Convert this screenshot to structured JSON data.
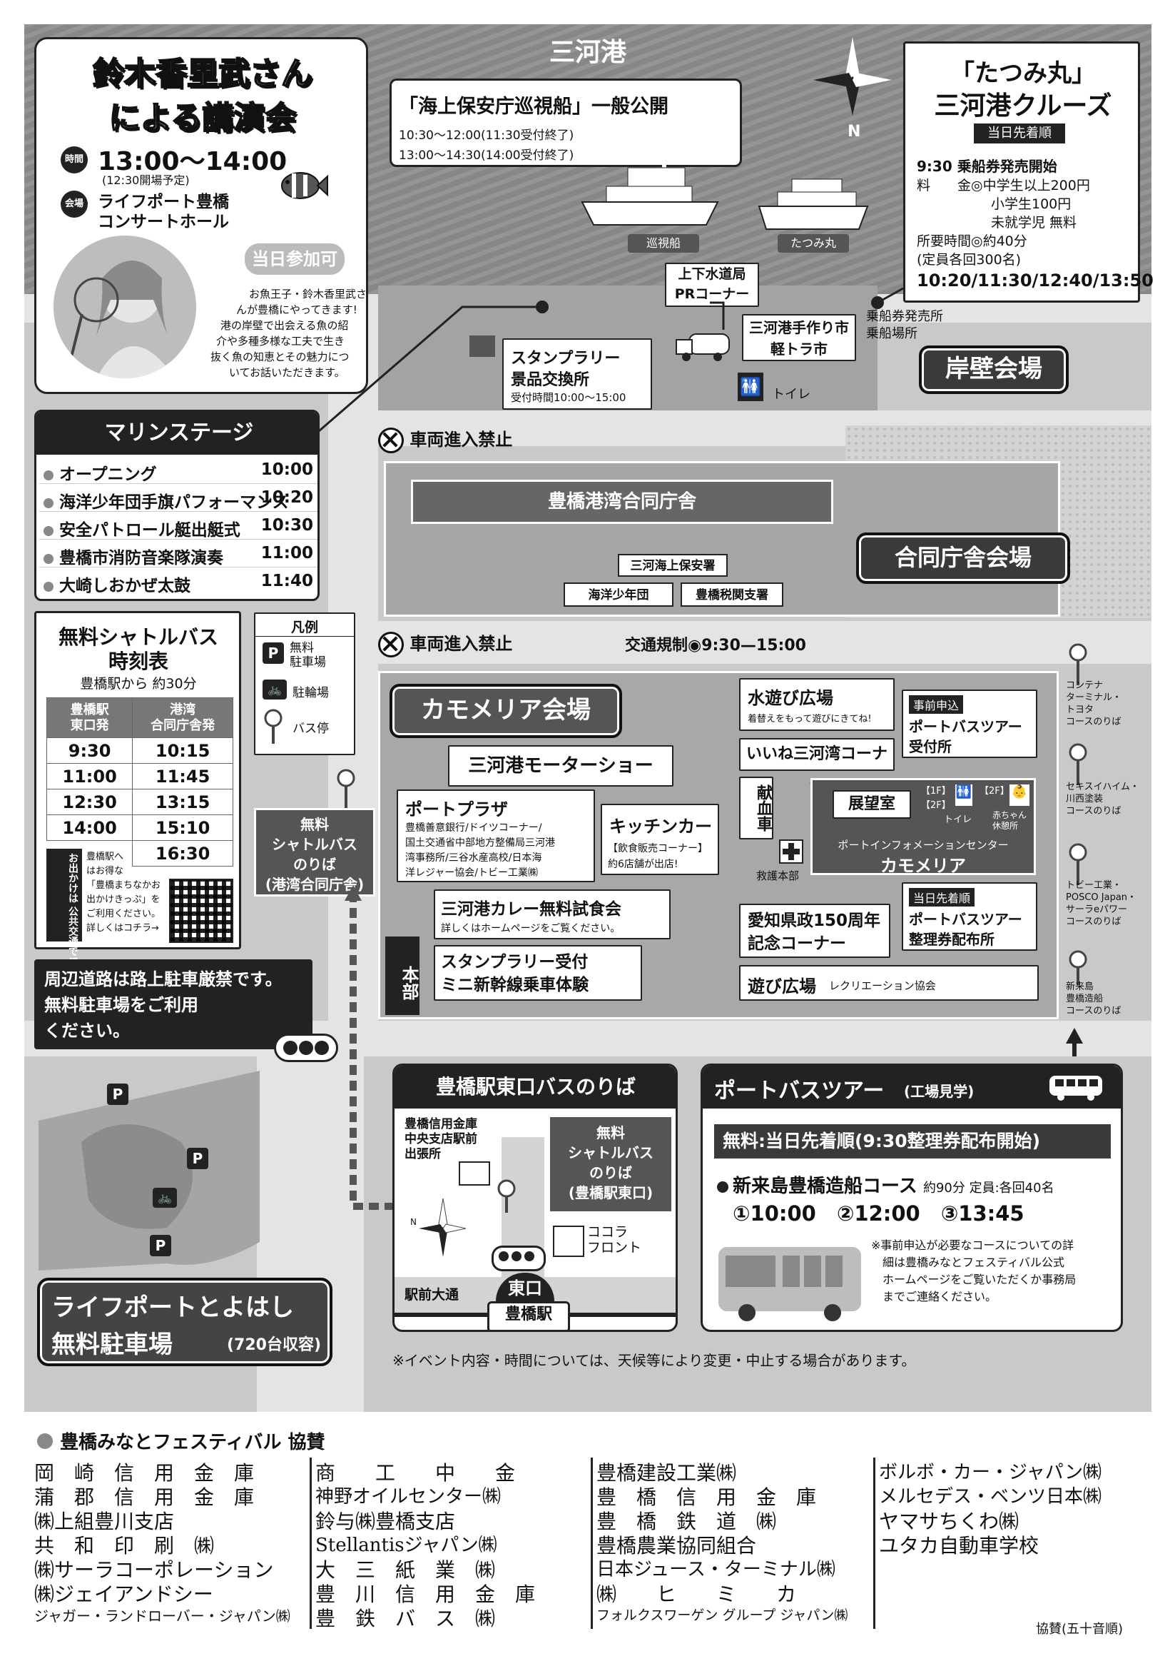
{
  "map": {
    "port_name": "三河港",
    "compass_n": "N",
    "lecture": {
      "title1": "鈴木香里武さん",
      "title2": "による講演会",
      "time_label": "時間",
      "time": "13:00〜14:00",
      "open_note": "(12:30開場予定)",
      "venue_label": "会場",
      "venue1": "ライフポート豊橋",
      "venue2": "コンサートホール",
      "badge": "当日参加可",
      "desc": [
        "お魚王子・鈴木香里武さ",
        "んが豊橋にやってきます!",
        "港の岸壁で出会える魚の紹",
        "介や多種多様な工夫で生き",
        "抜く魚の知恵とその魅力につ",
        "いてお話いただきます。"
      ]
    },
    "patrol": {
      "title": "「海上保安庁巡視船」一般公開",
      "line1": "10:30〜12:00(11:30受付終了)",
      "line2": "13:00〜14:30(14:00受付終了)",
      "ship1": "巡視船",
      "ship2": "たつみ丸"
    },
    "cruise": {
      "title1": "「たつみ丸」",
      "title2": "三河港クルーズ",
      "badge": "当日先着順",
      "l1": "9:30 乗船券発売開始",
      "l2": "料　　金◎中学生以上200円",
      "l3": "小学生100円",
      "l4": "未就学児 無料",
      "l5": "所要時間◎約40分",
      "l6": "(定員各回300名)",
      "l7": "10:20/11:30/12:40/13:50"
    },
    "water_pr": [
      "上下水道局",
      "PRコーナー"
    ],
    "market": [
      "三河港手作り市",
      "軽トラ市"
    ],
    "stamp_exchange": {
      "t1": "スタンプラリー",
      "t2": "景品交換所",
      "t3": "受付時間10:00〜15:00"
    },
    "toilet": "トイレ",
    "boarding": [
      "乗船券発売所",
      "乗船場所"
    ],
    "pier_venue": "岸壁会場",
    "marine_stage": {
      "title": "マリンステージ",
      "items": [
        {
          "name": "オープニング",
          "time": "10:00"
        },
        {
          "name": "海洋少年団手旗パフォーマンス",
          "time": "10:20"
        },
        {
          "name": "安全パトロール艇出艇式",
          "time": "10:30"
        },
        {
          "name": "豊橋市消防音楽隊演奏",
          "time": "11:00"
        },
        {
          "name": "大崎しおかぜ太鼓",
          "time": "11:40"
        }
      ]
    },
    "no_entry": "車両進入禁止",
    "gov_building": "豊橋港湾合同庁舎",
    "gov_rooms": [
      "三河海上保安署",
      "海洋少年団",
      "豊橋税関支署"
    ],
    "gov_venue": "合同庁舎会場",
    "traffic": "交通規制◉9:30—15:00",
    "shuttle": {
      "title1": "無料シャトルバス",
      "title2": "時刻表",
      "sub": "豊橋駅から 約30分",
      "col1": [
        "豊橋駅",
        "東口発"
      ],
      "col2": [
        "港湾",
        "合同庁舎発"
      ],
      "rows": [
        [
          "9:30",
          "10:15"
        ],
        [
          "11:00",
          "11:45"
        ],
        [
          "12:30",
          "13:15"
        ],
        [
          "14:00",
          "15:10"
        ],
        [
          "",
          "16:30"
        ]
      ],
      "side_v": "公共交通で!",
      "side_v2": "お出かけは",
      "note": [
        "豊橋駅へ",
        "はお得な",
        "「豊橋まちなかお",
        "出かけきっぷ」を",
        "ご利用ください。",
        "詳しくはコチラ→"
      ]
    },
    "legend": {
      "title": "凡例",
      "p1": "無料",
      "p2": "駐車場",
      "bike": "駐輪場",
      "bus": "バス停"
    },
    "shuttle_stop_port": [
      "無料",
      "シャトルバス",
      "のりば",
      "(港湾合同庁舎)"
    ],
    "kamomeria_venue": "カモメリア会場",
    "motor_show": "三河港モーターショー",
    "port_plaza": {
      "title": "ポートプラザ",
      "desc": [
        "豊橋善意銀行/ドイツコーナー/",
        "国土交通省中部地方整備局三河港",
        "湾事務所/三谷水産高校/日本海",
        "洋レジャー協会/トビー工業㈱"
      ]
    },
    "kitchen": {
      "title": "キッチンカー",
      "d1": "【飲食販売コーナー】",
      "d2": "約6店舗が出店!"
    },
    "curry": {
      "title": "三河港カレー無料試食会",
      "desc": "詳しくはホームページをご覧ください。"
    },
    "stamp_rally": [
      "スタンプラリー受付",
      "ミニ新幹線乗車体験"
    ],
    "hq": "本部",
    "water_play": {
      "title": "水遊び広場",
      "desc": "着替えをもって遊びにきてね!"
    },
    "iine": "いいね三河湾コーナー",
    "blood": "献血車",
    "first_aid": "救護本部",
    "observation": "展望室",
    "floor1": "【1F】",
    "floor2": "【2F】",
    "floor2b": "【2F】",
    "baby": [
      "赤ちゃん",
      "休憩所"
    ],
    "info_center": [
      "ポートインフォメーションセンター",
      "カモメリア"
    ],
    "tour_pre": {
      "badge": "事前申込",
      "t1": "ポートバスツアー",
      "t2": "受付所"
    },
    "tour_day": {
      "badge": "当日先着順",
      "t1": "ポートバスツアー",
      "t2": "整理券配布所"
    },
    "aichi150": [
      "愛知県政150周年",
      "記念コーナー"
    ],
    "play_area": {
      "title": "遊び広場",
      "sub": "レクリエーション協会"
    },
    "bus_stops": [
      [
        "コンテナ",
        "ターミナル・",
        "トヨタ",
        "コースのりば"
      ],
      [
        "セキスイハイム・",
        "川西塗装",
        "コースのりば"
      ],
      [
        "トビー工業・",
        "POSCO Japan・",
        "サーラeパワー",
        "コースのりば"
      ],
      [
        "新来島",
        "豊橋造船",
        "コースのりば"
      ]
    ],
    "parking_warning": [
      "周辺道路は路上駐車厳禁です。",
      "無料駐車場をご利用",
      "ください。"
    ],
    "parking_lot": {
      "t1": "ライフポートとよはし",
      "t2": "無料駐車場",
      "cap": "(720台収容)"
    },
    "station": {
      "title": "豊橋駅東口バスのりば",
      "bank": [
        "豊橋信用金庫",
        "中央支店駅前",
        "出張所"
      ],
      "stop": [
        "無料",
        "シャトルバス",
        "のりば",
        "(豊橋駅東口)"
      ],
      "cocola": [
        "ココラ",
        "フロント"
      ],
      "street": "駅前大通",
      "exit": "東口",
      "name": "豊橋駅"
    },
    "bus_tour": {
      "title": "ポートバスツアー",
      "sub": "(工場見学)",
      "bar": "無料:当日先着順(9:30整理券配布開始)",
      "course": "新来島豊橋造船コース",
      "course_note": "約90分 定員:各回40名",
      "times": "①10:00　②12:00　③13:45",
      "note": [
        "※事前申込が必要なコースについての詳",
        "細は豊橋みなとフェスティバル公式",
        "ホームページをご覧いただくか事務局",
        "までご連絡ください。"
      ]
    },
    "disclaimer": "※イベント内容・時間については、天候等により変更・中止する場合があります。"
  },
  "sponsors": {
    "title": "豊橋みなとフェスティバル 協賛",
    "col1": [
      "岡　崎　信　用　金　庫",
      "蒲　郡　信　用　金　庫",
      "㈱上組豊川支店",
      "共　和　印　刷　㈱",
      "㈱サーラコーポレーション",
      "㈱ジェイアンドシー",
      "ジャガー・ランドローバー・ジャパン㈱"
    ],
    "col2": [
      "商　　工　　中　　金",
      "神野オイルセンター㈱",
      "鈴与㈱豊橋支店",
      "Stellantisジャパン㈱",
      "大　三　紙　業　㈱",
      "豊　川　信　用　金　庫",
      "豊　鉄　バ　ス　㈱"
    ],
    "col3": [
      "豊橋建設工業㈱",
      "豊　橋　信　用　金　庫",
      "豊　橋　鉄　道　㈱",
      "豊橋農業協同組合",
      "日本ジュース・ターミナル㈱",
      "㈱　　ヒ　　ミ　　カ",
      "フォルクスワーゲン グループ ジャパン㈱"
    ],
    "col4": [
      "ボルボ・カー・ジャパン㈱",
      "メルセデス・ベンツ日本㈱",
      "ヤマサちくわ㈱",
      "ユタカ自動車学校"
    ],
    "order": "協賛(五十音順)"
  }
}
